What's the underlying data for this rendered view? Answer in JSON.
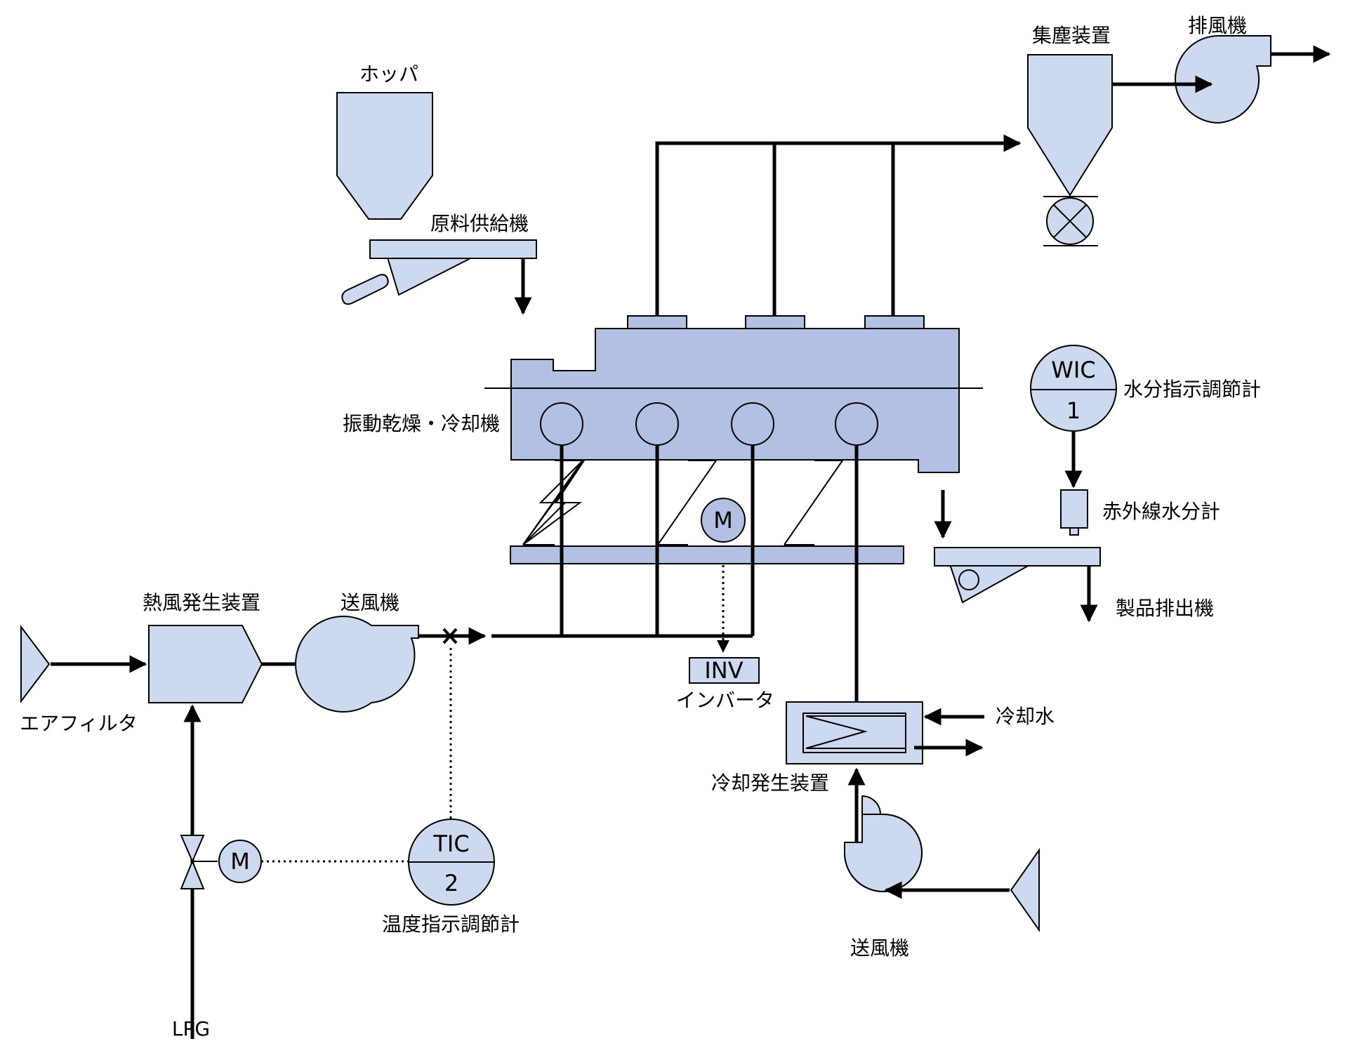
{
  "labels": {
    "hopper": "ホッパ",
    "feeder": "原料供給機",
    "dust_collector": "集塵装置",
    "exhaust_fan": "排風機",
    "dryer": "振動乾燥・冷却機",
    "moisture_controller": "水分指示調節計",
    "ir_moisture": "赤外線水分計",
    "product_discharger": "製品排出機",
    "hot_air_generator": "熱風発生装置",
    "blower_left": "送風機",
    "air_filter": "エアフィルタ",
    "lpg": "LPG",
    "temp_controller": "温度指示調節計",
    "inverter": "インバータ",
    "cooling_water": "冷却水",
    "cooling_generator": "冷却発生装置",
    "blower_bottom": "送風機"
  },
  "instruments": {
    "wic_tag": "WIC",
    "wic_num": "1",
    "tic_tag": "TIC",
    "tic_num": "2",
    "inv_tag": "INV",
    "motor_tag": "M"
  },
  "colors": {
    "equipment_fill": "#cdd9ee",
    "dryer_fill": "#b2c1e3",
    "line": "#000000"
  }
}
